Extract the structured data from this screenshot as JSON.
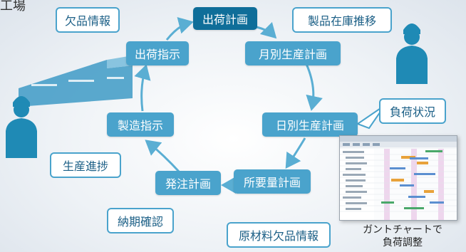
{
  "corner_label": "工場",
  "nodes": {
    "shipping_plan": "出荷計画",
    "monthly_plan": "月別生産計画",
    "daily_plan": "日別生産計画",
    "mrp": "所要量計画",
    "ordering": "発注計画",
    "manufacturing": "製造指示",
    "shipping_instruction": "出荷指示"
  },
  "callouts": {
    "stock_shortage": "欠品情報",
    "inventory_trend": "製品在庫推移",
    "load_status": "負荷状況",
    "material_shortage": "原材料欠品情報",
    "delivery_confirm": "納期確認",
    "progress": "生産進捗"
  },
  "caption": {
    "line1": "ガントチャートで",
    "line2": "負荷調整"
  },
  "colors": {
    "node": "#4aa3cc",
    "node_highlight": "#0f6e99",
    "arrow": "#5aaed3",
    "figure": "#1f8ab5"
  }
}
